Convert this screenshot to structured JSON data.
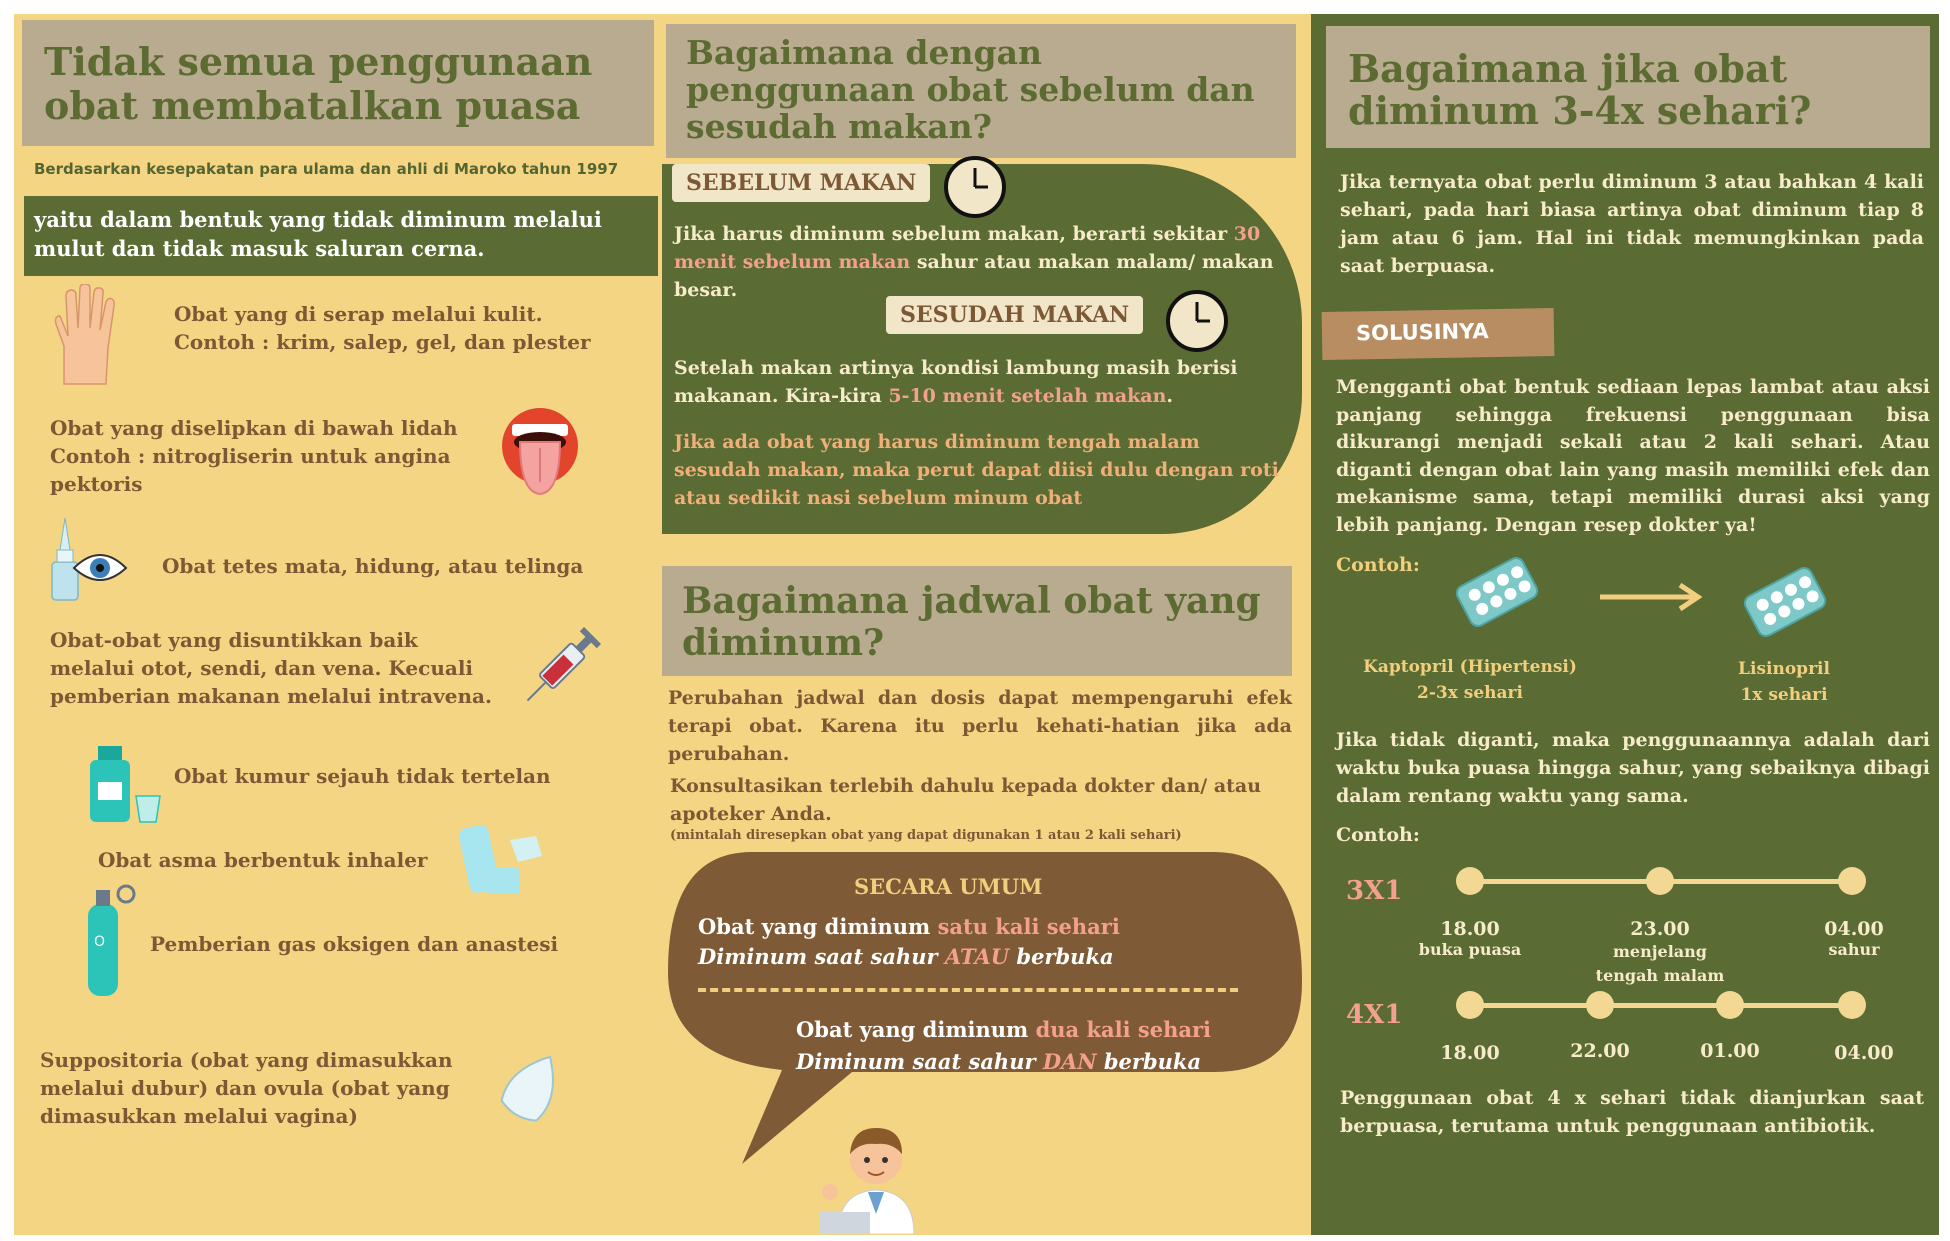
{
  "left": {
    "title": "Tidak semua penggunaan obat membatalkan puasa",
    "subtitle": "Berdasarkan kesepakatan para ulama dan ahli di Maroko tahun 1997",
    "banner": "yaitu dalam bentuk yang tidak diminum melalui mulut dan tidak masuk saluran cerna.",
    "items": [
      {
        "line1": "Obat yang di serap melalui kulit.",
        "line2": "Contoh : krim, salep, gel, dan plester"
      },
      {
        "line1": "Obat yang diselipkan di bawah lidah",
        "line2": "Contoh : nitrogliserin untuk angina",
        "line3": "pektoris"
      },
      {
        "line1": "Obat tetes mata, hidung, atau telinga"
      },
      {
        "line1": "Obat-obat yang disuntikkan baik",
        "line2": "melalui otot, sendi, dan vena. Kecuali",
        "line3": "pemberian makanan melalui intravena."
      },
      {
        "line1": "Obat kumur sejauh tidak tertelan"
      },
      {
        "line1": "Obat asma berbentuk inhaler"
      },
      {
        "line1": "Pemberian gas oksigen dan anastesi"
      },
      {
        "line1": "Suppositoria (obat yang dimasukkan",
        "line2": "melalui dubur) dan ovula (obat yang",
        "line3": "dimasukkan melalui vagina)"
      }
    ]
  },
  "middle": {
    "title1": "Bagaimana dengan penggunaan obat sebelum dan sesudah makan?",
    "before_tag": "SEBELUM MAKAN",
    "before_text_a": "Jika harus diminum sebelum makan, berarti sekitar",
    "before_highlight": "30 menit sebelum makan",
    "before_text_b": " sahur atau makan malam/ makan besar.",
    "after_tag": "SESUDAH MAKAN",
    "after_text_a": "Setelah makan artinya kondisi lambung masih berisi makanan. Kira-kira ",
    "after_highlight": "5-10 menit setelah makan",
    "after_text_b": ".",
    "night_note": "Jika ada obat yang harus diminum tengah malam sesudah makan, maka perut dapat diisi dulu dengan roti atau sedikit nasi sebelum minum obat",
    "title2": "Bagaimana jadwal obat yang diminum?",
    "schedule_text": "Perubahan jadwal dan dosis dapat mempengaruhi efek terapi obat. Karena itu perlu kehati-hatian jika ada perubahan.",
    "consult_text": "Konsultasikan terlebih dahulu kepada dokter dan/ atau apoteker Anda.",
    "consult_note": "(mintalah diresepkan obat yang dapat digunakan 1 atau 2 kali sehari)",
    "bubble_title": "SECARA UMUM",
    "once_a": "Obat yang diminum ",
    "once_hl": "satu kali sehari",
    "once_b_a": "Diminum saat sahur ",
    "once_b_hl": "ATAU",
    "once_b_c": " berbuka",
    "twice_a": "Obat yang diminum ",
    "twice_hl": "dua kali sehari",
    "twice_b_a": "Diminum saat sahur ",
    "twice_b_hl": "DAN",
    "twice_b_c": " berbuka"
  },
  "right": {
    "title": "Bagaimana jika obat diminum 3-4x sehari?",
    "intro": "Jika ternyata obat perlu diminum 3 atau bahkan 4 kali sehari, pada hari biasa artinya obat diminum tiap 8 jam atau 6 jam. Hal ini tidak memungkinkan pada saat berpuasa.",
    "solution_tag": "SOLUSINYA",
    "solution_text": "Mengganti obat bentuk sediaan lepas lambat atau aksi panjang sehingga frekuensi penggunaan bisa dikurangi menjadi sekali atau 2 kali sehari. Atau diganti dengan obat lain yang masih memiliki efek dan mekanisme sama, tetapi memiliki durasi aksi yang lebih panjang. Dengan resep dokter ya!",
    "example_label": "Contoh:",
    "drug_from_name": "Kaptopril (Hipertensi)",
    "drug_from_freq": "2-3x sehari",
    "drug_to_name": "Lisinopril",
    "drug_to_freq": "1x sehari",
    "not_replaced": "Jika tidak diganti, maka penggunaannya adalah dari waktu buka puasa hingga sahur, yang sebaiknya dibagi dalam rentang waktu yang sama.",
    "example_label2": "Contoh:",
    "three_label": "3X1",
    "three_times": [
      {
        "time": "18.00",
        "note": "buka puasa"
      },
      {
        "time": "23.00",
        "note": "menjelang tengah malam"
      },
      {
        "time": "04.00",
        "note": "sahur"
      }
    ],
    "four_label": "4X1",
    "four_times": [
      "18.00",
      "22.00",
      "01.00",
      "04.00"
    ],
    "closing": "Penggunaan obat 4 x sehari tidak dianjurkan saat berpuasa, terutama untuk penggunaan antibiotik."
  }
}
